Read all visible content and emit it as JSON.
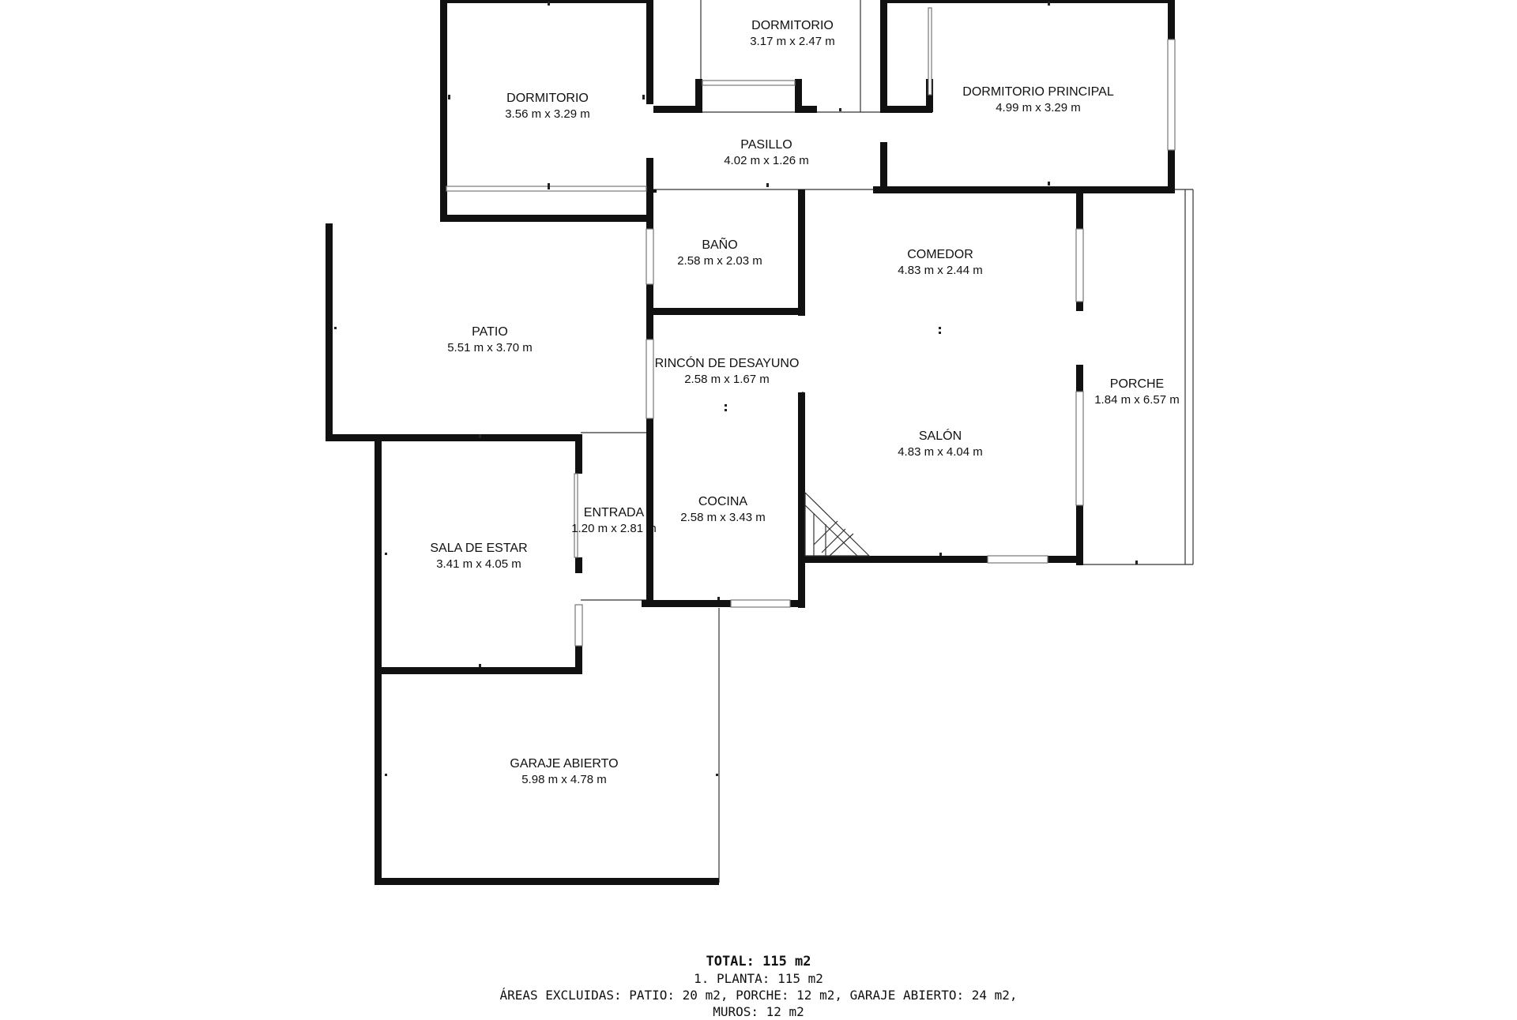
{
  "rooms": {
    "dormitorio_top": {
      "name": "DORMITORIO",
      "dims": "3.17 m x 2.47 m"
    },
    "dormitorio_left": {
      "name": "DORMITORIO",
      "dims": "3.56 m x 3.29 m"
    },
    "dormitorio_principal": {
      "name": "DORMITORIO PRINCIPAL",
      "dims": "4.99 m x 3.29 m"
    },
    "pasillo": {
      "name": "PASILLO",
      "dims": "4.02 m x 1.26 m"
    },
    "bano": {
      "name": "BAÑO",
      "dims": "2.58 m x 2.03 m"
    },
    "comedor": {
      "name": "COMEDOR",
      "dims": "4.83 m x 2.44 m"
    },
    "patio": {
      "name": "PATIO",
      "dims": "5.51 m x 3.70 m"
    },
    "rincon": {
      "name": "RINCÓN DE DESAYUNO",
      "dims": "2.58 m x 1.67 m"
    },
    "porche": {
      "name": "PORCHE",
      "dims": "1.84 m x 6.57 m"
    },
    "salon": {
      "name": "SALÓN",
      "dims": "4.83 m x 4.04 m"
    },
    "entrada": {
      "name": "ENTRADA",
      "dims": "1.20 m x 2.81 m"
    },
    "cocina": {
      "name": "COCINA",
      "dims": "2.58 m x 3.43 m"
    },
    "sala_estar": {
      "name": "SALA DE ESTAR",
      "dims": "3.41 m x 4.05 m"
    },
    "garaje": {
      "name": "GARAJE ABIERTO",
      "dims": "5.98 m x 4.78 m"
    }
  },
  "summary": {
    "total": "TOTAL: 115 m2",
    "floor": "1. PLANTA: 115 m2",
    "excluded": "ÁREAS EXCLUIDAS: PATIO: 20 m2, PORCHE: 12 m2, GARAJE ABIERTO: 24 m2,",
    "walls": "MUROS: 12 m2"
  },
  "colors": {
    "wall": "#111111",
    "background": "#ffffff"
  }
}
